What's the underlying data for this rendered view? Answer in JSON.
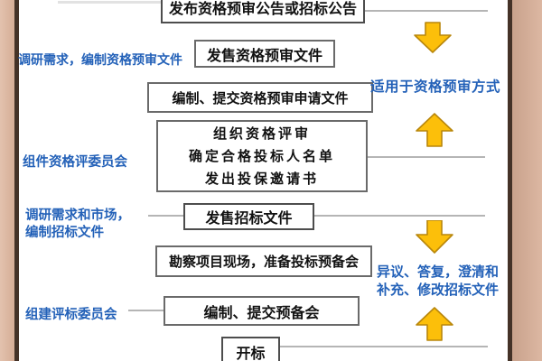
{
  "diagram": {
    "title_context": "招标投标流程图",
    "boxes": [
      {
        "text": "发布资格预审公告或招标公告"
      },
      {
        "text": "发售资格预审文件"
      },
      {
        "text": "编制、提交资格预审申请文件"
      },
      {
        "lines": [
          "组织资格评审",
          "确定合格投标人名单",
          "发出投保邀请书"
        ]
      },
      {
        "text": "发售招标文件"
      },
      {
        "text": "勘察项目现场，准备投标预备会"
      },
      {
        "text": "编制、提交预备会"
      },
      {
        "text": "开标"
      }
    ],
    "left_labels": [
      {
        "text": "调研需求，编制资格预审文件"
      },
      {
        "text": "组件资格评委员会"
      },
      {
        "lines": [
          "调研需求和市场，",
          "编制招标文件"
        ]
      },
      {
        "text": "组建评标委员会"
      }
    ],
    "right_notes": [
      {
        "text": "适用于资格预审方式"
      },
      {
        "lines": [
          "异议、答复，澄清和",
          "补充、修改招标文件"
        ]
      }
    ],
    "arrows": [
      {
        "direction": "down"
      },
      {
        "direction": "up"
      },
      {
        "direction": "down"
      },
      {
        "direction": "up"
      }
    ],
    "colors": {
      "label_blue": "#2361b8",
      "arrow_fill": "#fcbf0a",
      "arrow_stroke": "#b8860b",
      "box_border": "#4d4d4d",
      "connector_gray": "#b5b5b5",
      "side_strip_beige": "#d8b19c",
      "side_edge_brown": "#443227"
    }
  }
}
